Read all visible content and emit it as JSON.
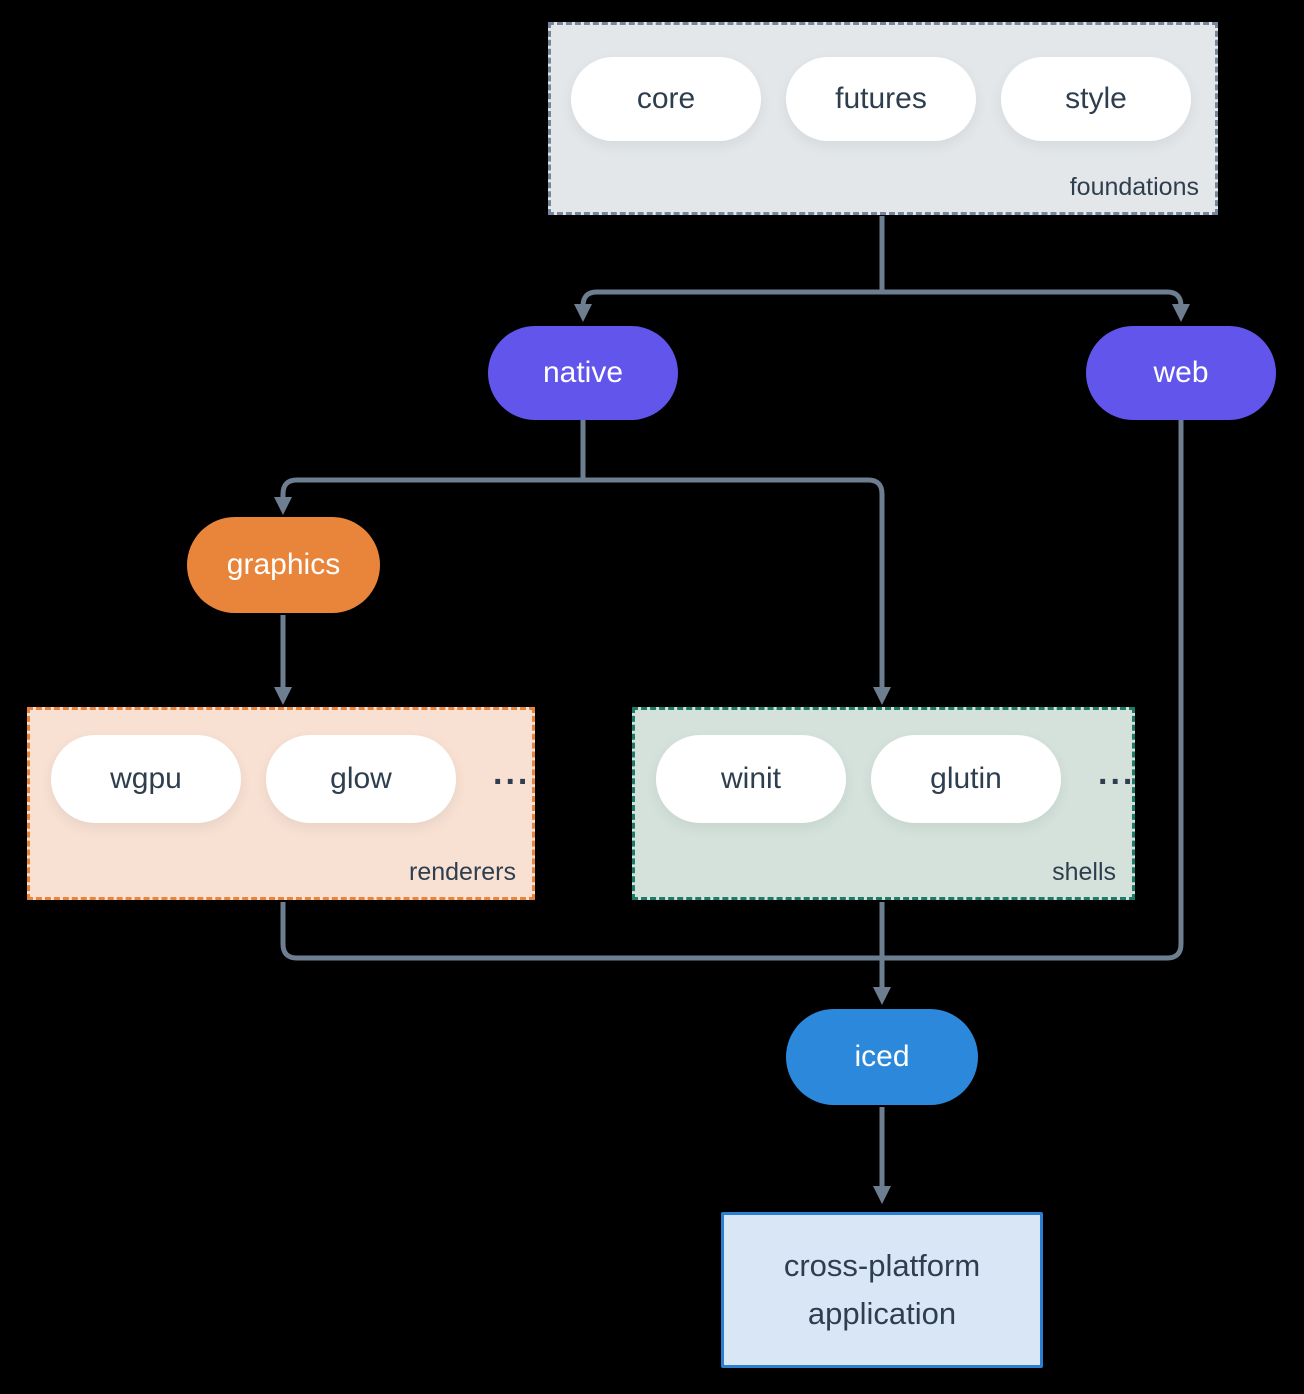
{
  "colors": {
    "background": "#000000",
    "line": "#6E7E91",
    "text_dark": "#2F3E4E",
    "purple": "#6255EC",
    "orange": "#E8853B",
    "blue": "#2C88DA",
    "foundations_bg": "#E3E7E9",
    "foundations_border": "#76879B",
    "renderers_bg": "#F8E0D2",
    "renderers_border": "#E8853B",
    "shells_bg": "#D4E2DB",
    "shells_border": "#1F7A68",
    "app_bg": "#D9E6F5",
    "app_border": "#2A7FD0",
    "pill_bg": "#FFFFFF"
  },
  "diagram": {
    "foundations": {
      "label": "foundations",
      "pills": [
        "core",
        "futures",
        "style"
      ]
    },
    "native": {
      "label": "native"
    },
    "web": {
      "label": "web"
    },
    "graphics": {
      "label": "graphics"
    },
    "renderers": {
      "label": "renderers",
      "pills": [
        "wgpu",
        "glow"
      ],
      "ellipsis": "..."
    },
    "shells": {
      "label": "shells",
      "pills": [
        "winit",
        "glutin"
      ],
      "ellipsis": "..."
    },
    "iced": {
      "label": "iced"
    },
    "application": {
      "label": "cross-platform application"
    }
  }
}
